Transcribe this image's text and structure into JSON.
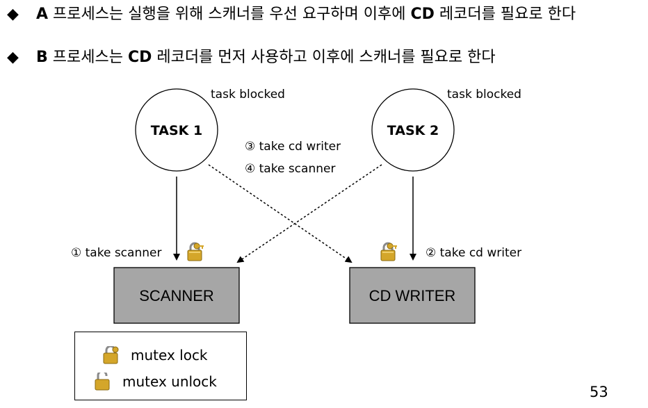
{
  "bullets": [
    {
      "marker": "◆",
      "bold_start": "A",
      "text_a": " 프로세스는 실행을 위해 스캐너를 우선 요구하며 이후에 ",
      "bold_mid": "CD",
      "text_b": " 레코더를 필요로 한다"
    },
    {
      "marker": "◆",
      "bold_start": "B",
      "text_a": " 프로세스는 ",
      "bold_mid": "CD",
      "text_b": " 레코더를 먼저 사용하고 이후에 스캐너를 필요로 한다"
    }
  ],
  "diagram": {
    "task1": {
      "label": "TASK 1",
      "status": "task blocked"
    },
    "task2": {
      "label": "TASK 2",
      "status": "task blocked"
    },
    "scanner": {
      "label": "SCANNER"
    },
    "cd_writer": {
      "label": "CD WRITER"
    },
    "steps": {
      "step1": "① take scanner",
      "step2": "② take cd writer",
      "step3": "③ take cd writer",
      "step4": "④ take scanner"
    },
    "colors": {
      "resource_fill": "#a6a6a6",
      "lock_body": "#d4a62a",
      "lock_shackle": "#8a8a8a"
    }
  },
  "legend": {
    "locked_label": "mutex lock",
    "unlocked_label": "mutex unlock",
    "locked_icon": "locked-padlock-icon",
    "unlocked_icon": "unlocked-padlock-icon"
  },
  "page_number": "53"
}
